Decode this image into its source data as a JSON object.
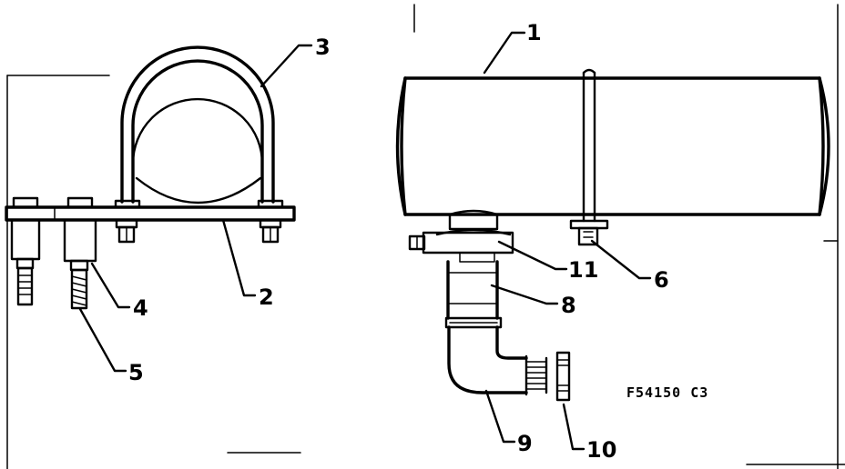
{
  "figure_code": "F54150 C3",
  "callouts": {
    "c1": "1",
    "c2": "2",
    "c3": "3",
    "c4": "4",
    "c5": "5",
    "c6": "6",
    "c8": "8",
    "c9": "9",
    "c10": "10",
    "c11": "11"
  },
  "colors": {
    "ink": "#000000",
    "paper": "#ffffff"
  }
}
